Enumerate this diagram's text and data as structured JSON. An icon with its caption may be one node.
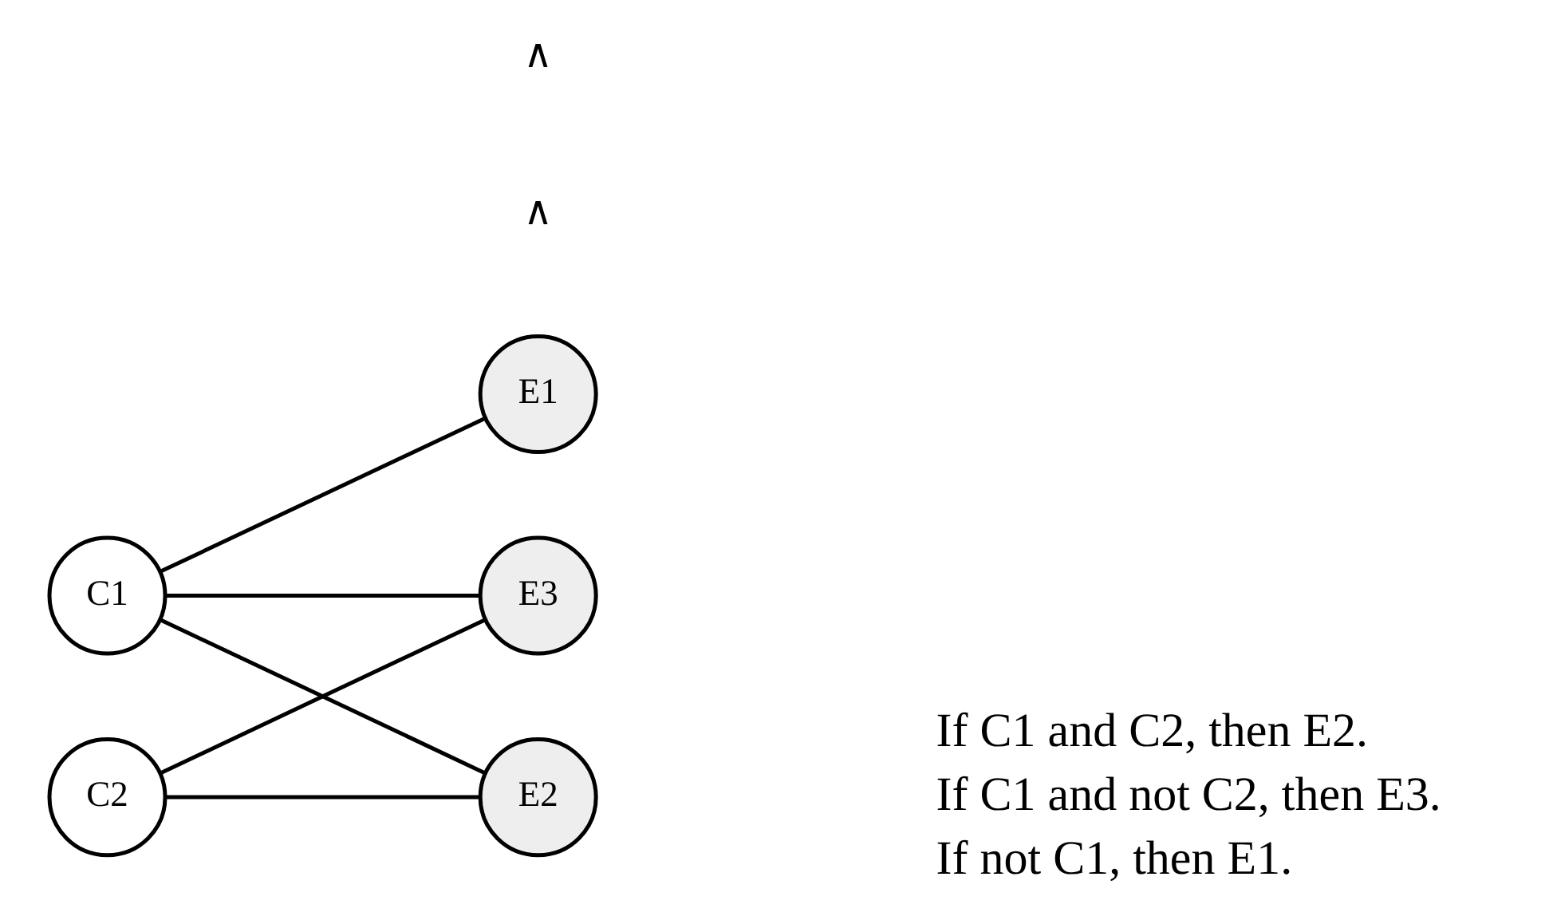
{
  "diagram": {
    "nodes": [
      {
        "text": [
          "E1"
        ]
      },
      {
        "text": [
          "C1"
        ]
      },
      {
        "text": [
          "E2"
        ]
      },
      {
        "text": [
          "C2"
        ]
      },
      {
        "text": [
          "E3"
        ]
      }
    ],
    "edges": [
      {
        "from": 1,
        "to": 0,
        "arrow": "none"
      },
      {
        "from": 1,
        "to": 2,
        "arrow": "none"
      },
      {
        "from": 1,
        "to": 4,
        "arrow": "none"
      },
      {
        "from": 3,
        "to": 2,
        "arrow": "none"
      },
      {
        "from": 3,
        "to": 4,
        "arrow": "none"
      }
    ],
    "labels": [
      "∧",
      "∧",
      "If C1 and C2, then E2.",
      "If C1 and not C2, then E3.",
      "If not C1, then E1."
    ]
  }
}
